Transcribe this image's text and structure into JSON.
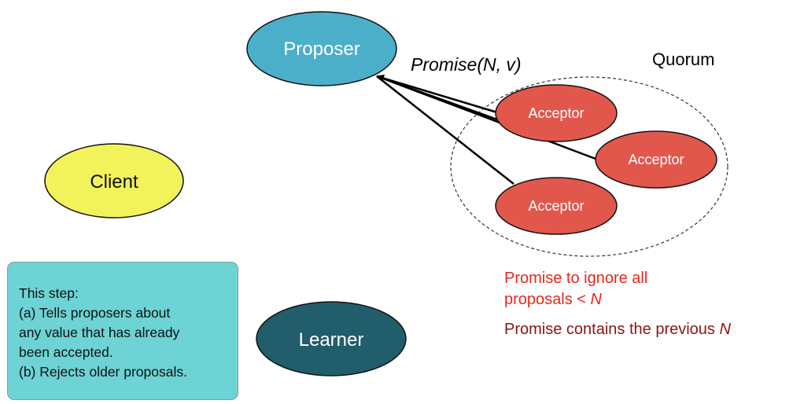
{
  "nodes": {
    "proposer": "Proposer",
    "client": "Client",
    "learner": "Learner",
    "acceptor_1": "Acceptor",
    "acceptor_2": "Acceptor",
    "acceptor_3": "Acceptor"
  },
  "labels": {
    "message": "Promise(N, v)",
    "quorum": "Quorum"
  },
  "note_box": {
    "line1": "This step:",
    "line2": "(a) Tells proposers about",
    "line3": "any value that has already",
    "line4": "been accepted.",
    "line5": "(b) Rejects older proposals."
  },
  "side_notes": {
    "promise_text_1": "Promise to ignore all",
    "promise_text_2_prefix": "proposals < ",
    "promise_text_2_var": "N",
    "contains_prefix": "Promise contains the previous ",
    "contains_var": "N"
  },
  "colors": {
    "proposer_fill": "#4bafc9",
    "client_fill": "#f2f25a",
    "learner_fill": "#215d6a",
    "acceptor_fill": "#e2574c",
    "note_fill": "#6dd3d4",
    "red_text": "#e4281c",
    "dark_red_text": "#8b1414"
  }
}
